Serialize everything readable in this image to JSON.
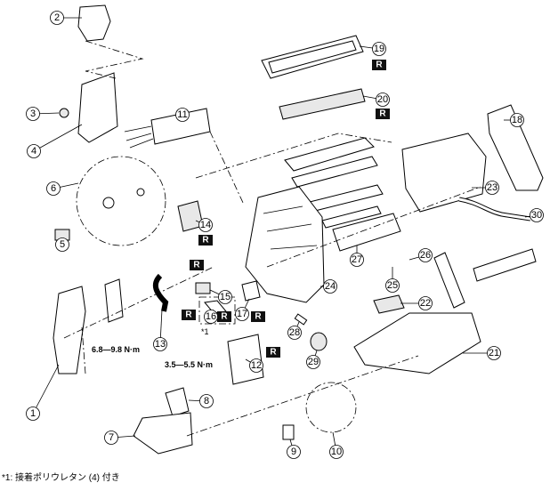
{
  "callouts": [
    "1",
    "2",
    "3",
    "4",
    "5",
    "6",
    "7",
    "8",
    "9",
    "10",
    "11",
    "12",
    "13",
    "14",
    "15",
    "16",
    "17",
    "18",
    "19",
    "20",
    "21",
    "22",
    "23",
    "24",
    "25",
    "26",
    "27",
    "28",
    "29",
    "30"
  ],
  "replace_mark": "R",
  "torques": [
    "6.8—9.8 N·m",
    "3.5—5.5 N·m"
  ],
  "asterisk_label": "*1",
  "footnote": "*1: 接着ポリウレタン (4) 付き"
}
